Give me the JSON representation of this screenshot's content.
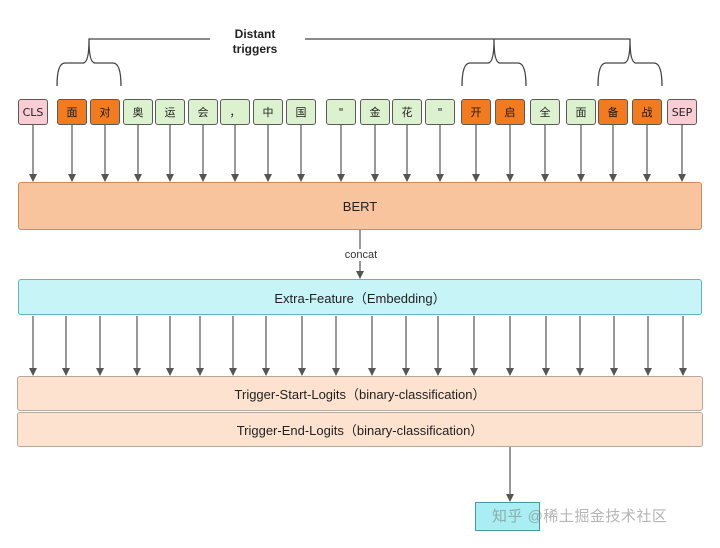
{
  "labels": {
    "distant_triggers": "Distant\ntriggers",
    "bert": "BERT",
    "concat": "concat",
    "extra_feature": "Extra-Feature（Embedding）",
    "trigger_start": "Trigger-Start-Logits（binary-classification）",
    "trigger_end": "Trigger-End-Logits（binary-classification）",
    "output": ""
  },
  "tokens": [
    {
      "text": "CLS",
      "kind": "special"
    },
    {
      "text": "面",
      "kind": "trigger"
    },
    {
      "text": "对",
      "kind": "trigger"
    },
    {
      "text": "奥",
      "kind": "normal"
    },
    {
      "text": "运",
      "kind": "normal"
    },
    {
      "text": "会",
      "kind": "normal"
    },
    {
      "text": "，",
      "kind": "normal"
    },
    {
      "text": "中",
      "kind": "normal"
    },
    {
      "text": "国",
      "kind": "normal"
    },
    {
      "text": "\"",
      "kind": "normal"
    },
    {
      "text": "金",
      "kind": "normal"
    },
    {
      "text": "花",
      "kind": "normal"
    },
    {
      "text": "\"",
      "kind": "normal"
    },
    {
      "text": "开",
      "kind": "trigger"
    },
    {
      "text": "启",
      "kind": "trigger"
    },
    {
      "text": "全",
      "kind": "normal"
    },
    {
      "text": "面",
      "kind": "normal"
    },
    {
      "text": "备",
      "kind": "trigger"
    },
    {
      "text": "战",
      "kind": "trigger"
    },
    {
      "text": "SEP",
      "kind": "special"
    }
  ],
  "watermark": "知乎 @稀土掘金技术社区",
  "colors": {
    "token_normal": "#dcf2cf",
    "token_trigger": "#f27a1f",
    "token_special": "#f9cdd3",
    "bert": "#f8c49e",
    "extra_feature": "#c6f4f7",
    "logits": "#fde3cf",
    "arrow": "#555555"
  }
}
